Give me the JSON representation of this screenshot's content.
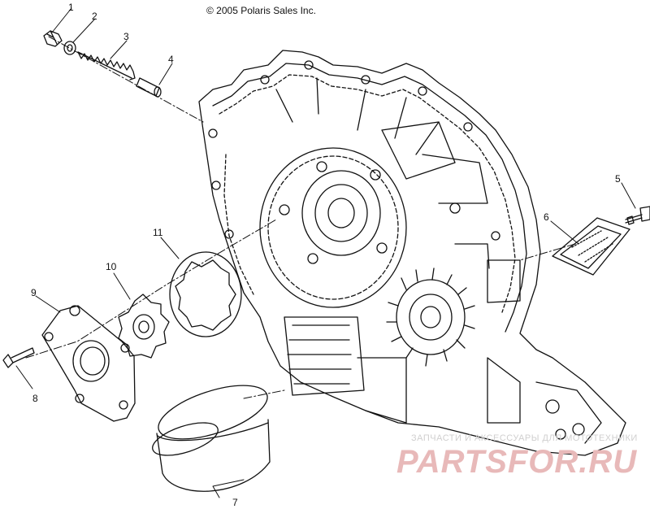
{
  "header": {
    "copyright": "© 2005 Polaris Sales Inc."
  },
  "callouts": [
    "1",
    "2",
    "3",
    "4",
    "5",
    "6",
    "7",
    "8",
    "9",
    "10",
    "11"
  ],
  "watermark": {
    "tagline": "ЗАПЧАСТИ И АКСЕССУАРЫ ДЛЯ МОТОТЕХНИКИ",
    "logo": "PARTSFOR.RU"
  }
}
